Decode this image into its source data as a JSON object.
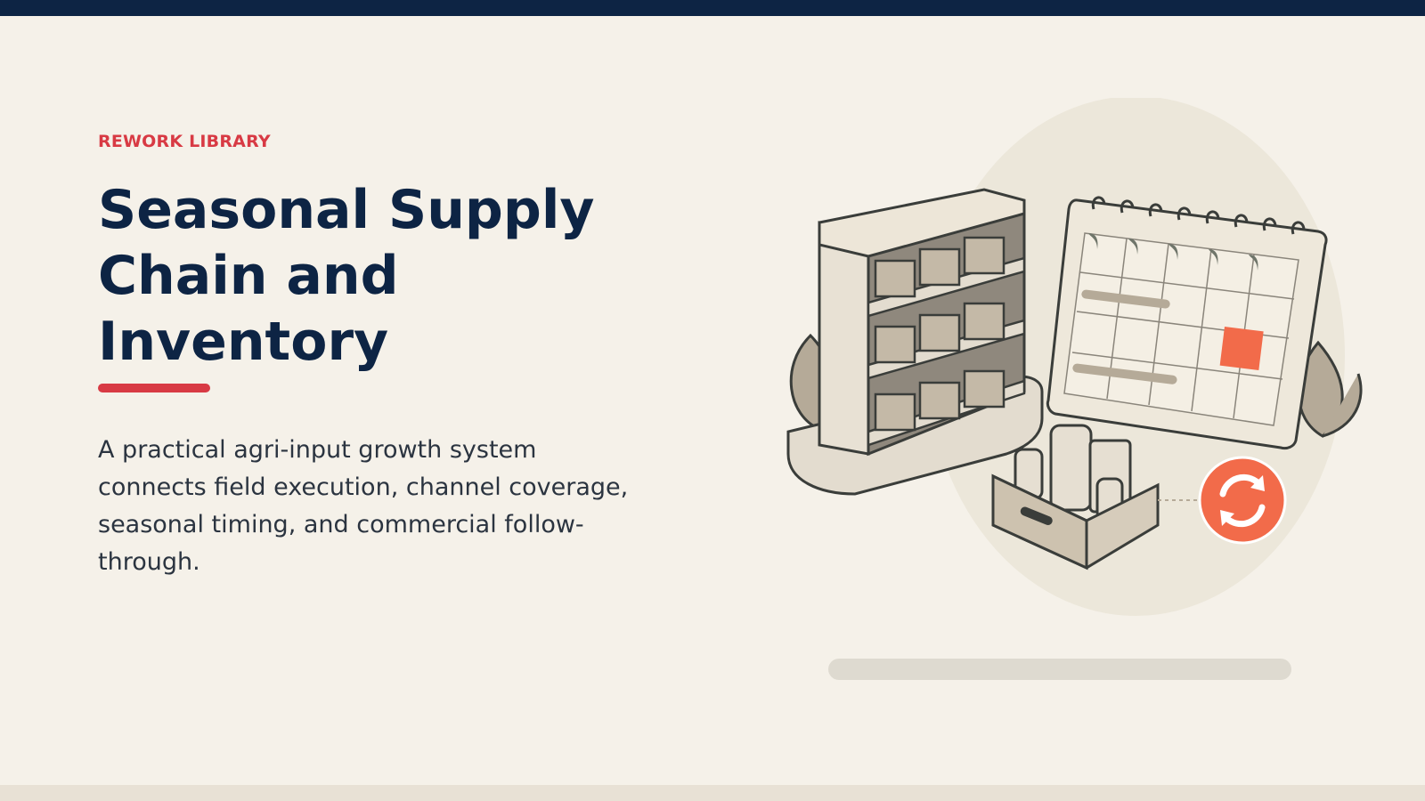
{
  "eyebrow": "REWORK LIBRARY",
  "title": "Seasonal Supply Chain and Inventory",
  "description": "A practical agri-input growth system connects field execution, channel coverage, seasonal timing, and commercial follow-through.",
  "colors": {
    "navy": "#0d2444",
    "accent_red": "#d83a44",
    "accent_orange": "#f26b4a",
    "background": "#f5f1e9",
    "illustration_fill": "#e0d8cb"
  },
  "illustration": {
    "icons": [
      "shelf-icon",
      "box-icon",
      "calendar-icon",
      "crate-icon",
      "bottle-icon",
      "sync-icon",
      "leaf-icon"
    ]
  }
}
